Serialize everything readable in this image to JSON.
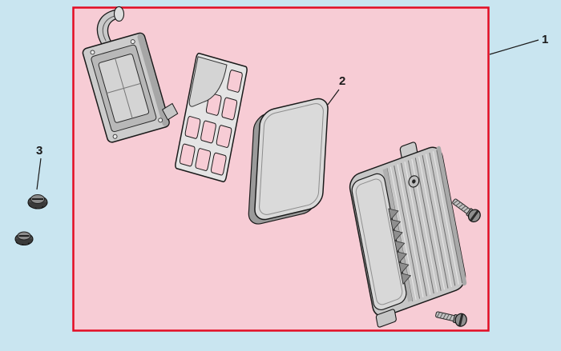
{
  "page": {
    "background_color": "#c9e5f0"
  },
  "panel": {
    "fill_color": "#f7ccd5",
    "border_color": "#e30c23"
  },
  "diagram": {
    "ink_color": "#1a1a1a",
    "callouts": [
      {
        "label": "1"
      },
      {
        "label": "2"
      },
      {
        "label": "3"
      }
    ]
  }
}
